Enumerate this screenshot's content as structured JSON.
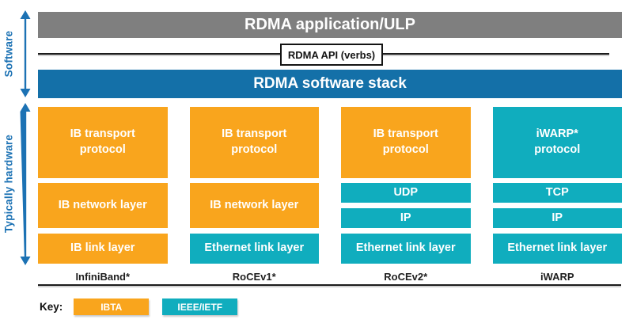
{
  "side": {
    "software_label": "Software",
    "hardware_label": "Typically hardware"
  },
  "top": {
    "application_bar": "RDMA application/ULP",
    "api_box": "RDMA API (verbs)",
    "software_stack_bar": "RDMA software stack"
  },
  "columns": [
    {
      "name": "InfiniBand*",
      "blocks": [
        {
          "label": "IB transport\nprotocol",
          "type": "ibta",
          "size": "tall"
        },
        {
          "label": "IB network layer",
          "type": "ibta",
          "size": "medium"
        },
        {
          "label": "IB link layer",
          "type": "ibta",
          "size": "short"
        }
      ]
    },
    {
      "name": "RoCEv1*",
      "blocks": [
        {
          "label": "IB transport\nprotocol",
          "type": "ibta",
          "size": "tall"
        },
        {
          "label": "IB network layer",
          "type": "ibta",
          "size": "medium"
        },
        {
          "label": "Ethernet link layer",
          "type": "ieee",
          "size": "short"
        }
      ]
    },
    {
      "name": "RoCEv2*",
      "blocks": [
        {
          "label": "IB transport\nprotocol",
          "type": "ibta",
          "size": "tall"
        },
        {
          "label": "UDP",
          "type": "ieee",
          "size": "small"
        },
        {
          "label": "IP",
          "type": "ieee",
          "size": "small"
        },
        {
          "label": "Ethernet link layer",
          "type": "ieee",
          "size": "short"
        }
      ]
    },
    {
      "name": "iWARP",
      "blocks": [
        {
          "label": "iWARP*\nprotocol",
          "type": "ieee",
          "size": "tall"
        },
        {
          "label": "TCP",
          "type": "ieee",
          "size": "small"
        },
        {
          "label": "IP",
          "type": "ieee",
          "size": "small"
        },
        {
          "label": "Ethernet link layer",
          "type": "ieee",
          "size": "short"
        }
      ]
    }
  ],
  "key": {
    "label": "Key:",
    "items": [
      {
        "label": "IBTA",
        "type": "ibta"
      },
      {
        "label": "IEEE/IETF",
        "type": "ieee"
      }
    ]
  },
  "colors": {
    "ibta_orange": "#F9A51D",
    "ieee_teal": "#10ADBE",
    "stack_blue": "#1470A8",
    "application_gray": "#7F7F7F",
    "arrow_blue": "#1C72B4"
  }
}
